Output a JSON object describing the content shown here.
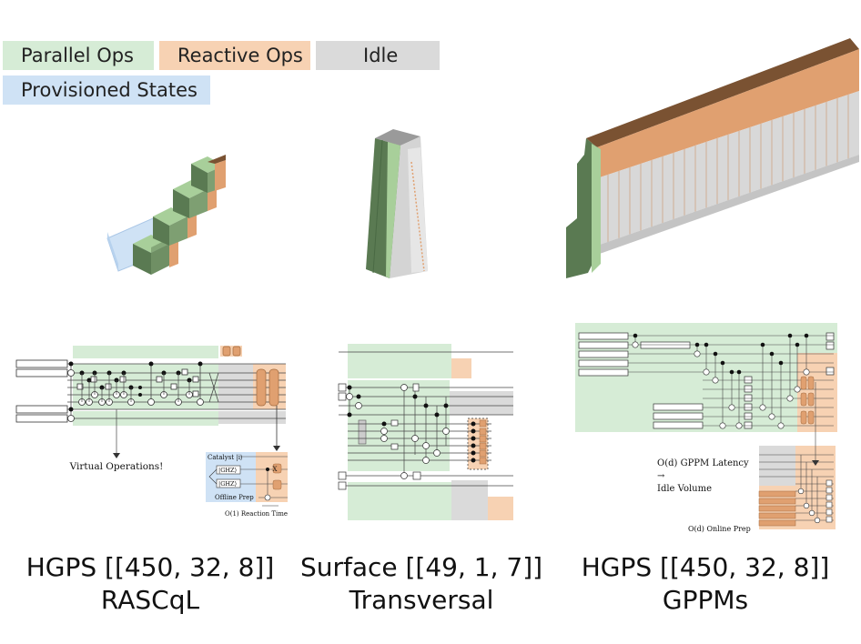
{
  "legend": {
    "parallel": {
      "label": "Parallel Ops",
      "color": "#d6ecd6"
    },
    "reactive": {
      "label": "Reactive Ops",
      "color": "#f7d2b3"
    },
    "idle": {
      "label": "Idle",
      "color": "#dadada"
    },
    "provisioned": {
      "label": "Provisioned States",
      "color": "#cfe2f5"
    }
  },
  "panels": [
    {
      "caption_line1": "HGPS [[450, 32, 8]]",
      "caption_line2": "RASCqL"
    },
    {
      "caption_line1": "Surface [[49, 1, 7]]",
      "caption_line2": "Transversal"
    },
    {
      "caption_line1": "HGPS [[450, 32, 8]]",
      "caption_line2": "GPPMs"
    }
  ],
  "annotations": {
    "virtual_ops": "Virtual Operations!",
    "catalyst": "Catalyst |i⟩",
    "ghz": "|GHZ⟩",
    "offline_prep": "Offline Prep",
    "reaction_time": "O(1) Reaction Time",
    "gppm_latency": "O(d) GPPM Latency",
    "arrow": "→",
    "idle_volume": "Idle Volume",
    "online_prep": "O(d) Online Prep",
    "x_gate": "X"
  },
  "colors": {
    "green_dark": "#5a7a52",
    "green_light": "#a8cf9a",
    "orange": "#e0a070",
    "brown": "#7a5232",
    "gray": "#dcdcdc"
  }
}
